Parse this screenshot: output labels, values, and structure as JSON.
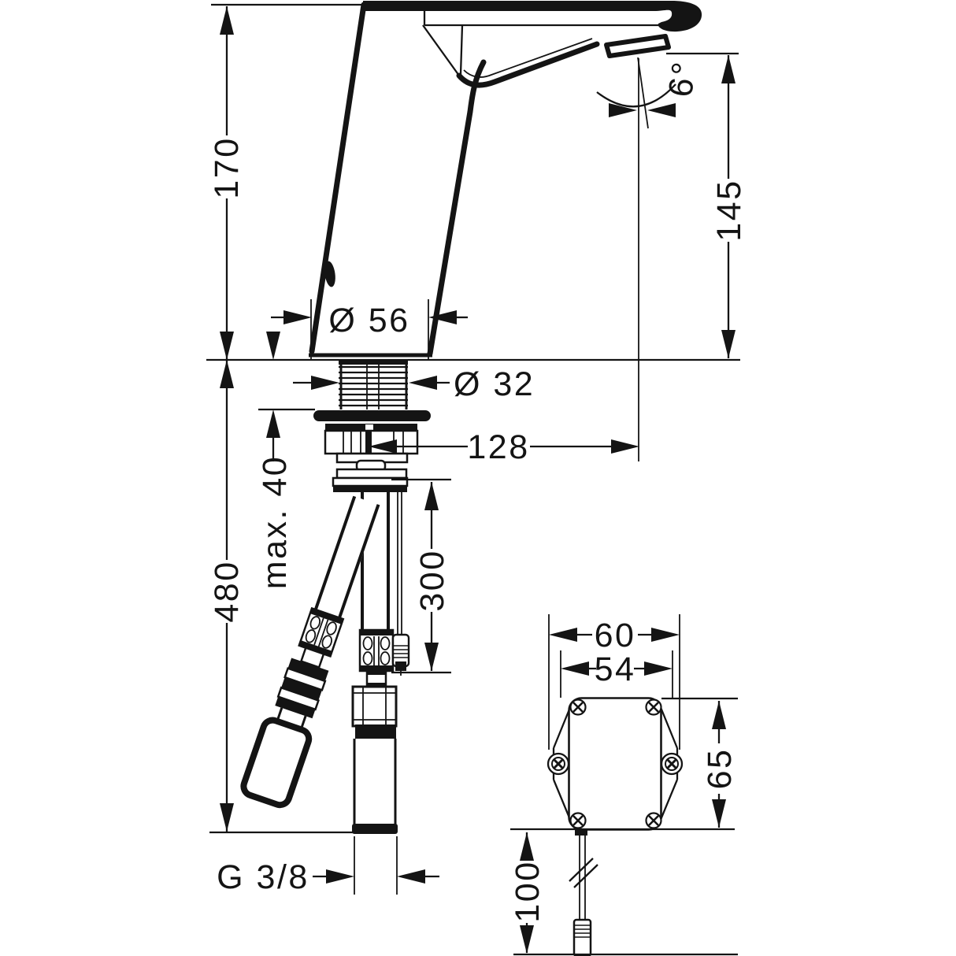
{
  "drawing": {
    "type": "technical-dimension-drawing",
    "subject": "electronic basin mixer faucet with control box",
    "units": "mm",
    "line_color": "#141414",
    "background_color": "#ffffff",
    "labels": {
      "overall_height": "170",
      "spout_outlet_height": "145",
      "spout_angle": "6°",
      "base_diameter": "Ø 56",
      "shank_diameter": "Ø 32",
      "spout_reach": "128",
      "max_mounting_thickness": "max. 40",
      "hose_length": "480",
      "sensor_cable_length": "300",
      "supply_thread": "G 3/8",
      "box_outer_width": "60",
      "box_inner_width": "54",
      "box_height": "65",
      "box_cable_length": "100"
    }
  }
}
